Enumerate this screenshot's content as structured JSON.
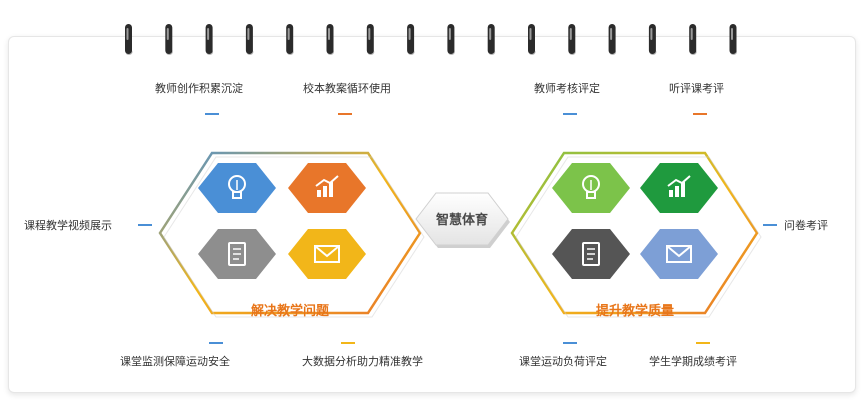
{
  "center_label": "智慧体育",
  "left": {
    "title": "解决教学问题",
    "top_labels": [
      "教师创作积累沉淀",
      "校本教案循环使用"
    ],
    "side_label": "课程教学视频展示",
    "bottom_labels": [
      "课堂监测保障运动安全",
      "大数据分析助力精准教学"
    ],
    "hexes": [
      {
        "icon": "lightbulb-icon",
        "color": "#4a8fd6"
      },
      {
        "icon": "rising-chart-icon",
        "color": "#e8762a"
      },
      {
        "icon": "document-icon",
        "color": "#8e8e8e"
      },
      {
        "icon": "envelope-icon",
        "color": "#f2b619"
      }
    ]
  },
  "right": {
    "title": "提升教学质量",
    "top_labels": [
      "教师考核评定",
      "听评课考评"
    ],
    "side_label": "问卷考评",
    "bottom_labels": [
      "课堂运动负荷评定",
      "学生学期成绩考评"
    ],
    "hexes": [
      {
        "icon": "lightbulb-icon",
        "color": "#7cc34a"
      },
      {
        "icon": "rising-chart-icon",
        "color": "#1f9a3e"
      },
      {
        "icon": "document-icon",
        "color": "#555555"
      },
      {
        "icon": "envelope-icon",
        "color": "#7d9fd6"
      }
    ]
  },
  "colors": {
    "dash_blue": "#4a8fd6",
    "dash_orange": "#e8762a",
    "dash_yellow": "#f2b619"
  }
}
